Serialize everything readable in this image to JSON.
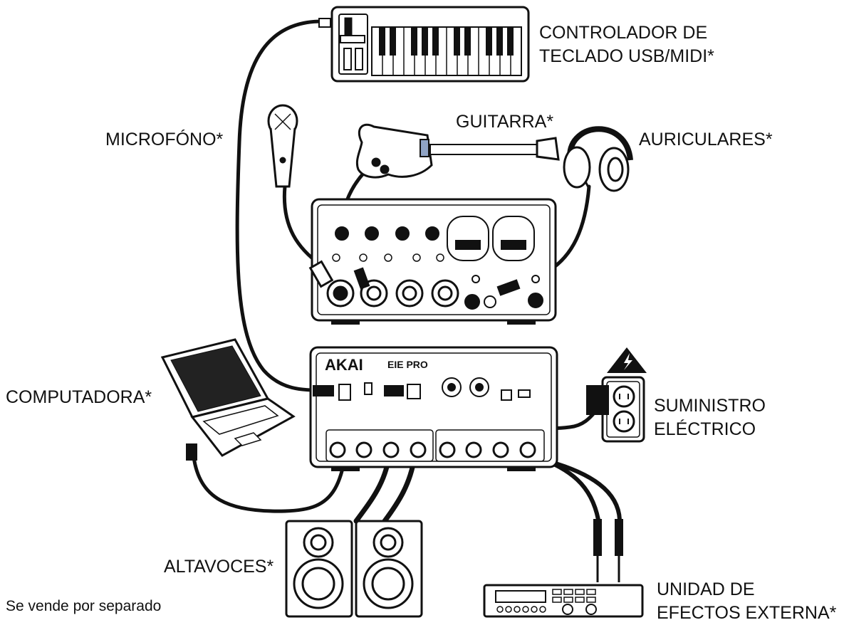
{
  "labels": {
    "keyboard": [
      "CONTROLADOR DE",
      "TECLADO USB/MIDI*"
    ],
    "microphone": "MICROFÓNO*",
    "guitar": "GUITARRA*",
    "headphones": "AURICULARES*",
    "computer": "COMPUTADORA*",
    "power": [
      "SUMINISTRO",
      "ELÉCTRICO"
    ],
    "speakers": "ALTAVOCES*",
    "effects": [
      "UNIDAD DE",
      "EFECTOS EXTERNA*"
    ],
    "footnote": "Se vende por separado"
  },
  "device": {
    "brand": "AKAI",
    "model": "EIE PRO"
  },
  "colors": {
    "ink": "#111111",
    "fill": "#ffffff",
    "screen": "#222222"
  }
}
